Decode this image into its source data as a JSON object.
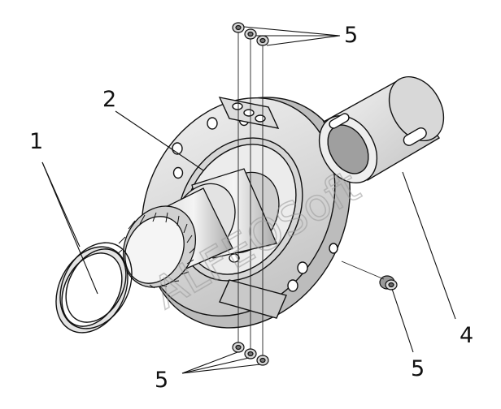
{
  "callouts": {
    "c1": "1",
    "c2": "2",
    "c4": "4",
    "c5_top": "5",
    "c5_right": "5",
    "c5_bottom": "5"
  },
  "watermark": "ALFEOSoft",
  "colors": {
    "line": "#111111",
    "metal_light": "#e6e6e6",
    "metal_mid": "#cfcfcf",
    "metal_dark": "#9c9c9c"
  }
}
